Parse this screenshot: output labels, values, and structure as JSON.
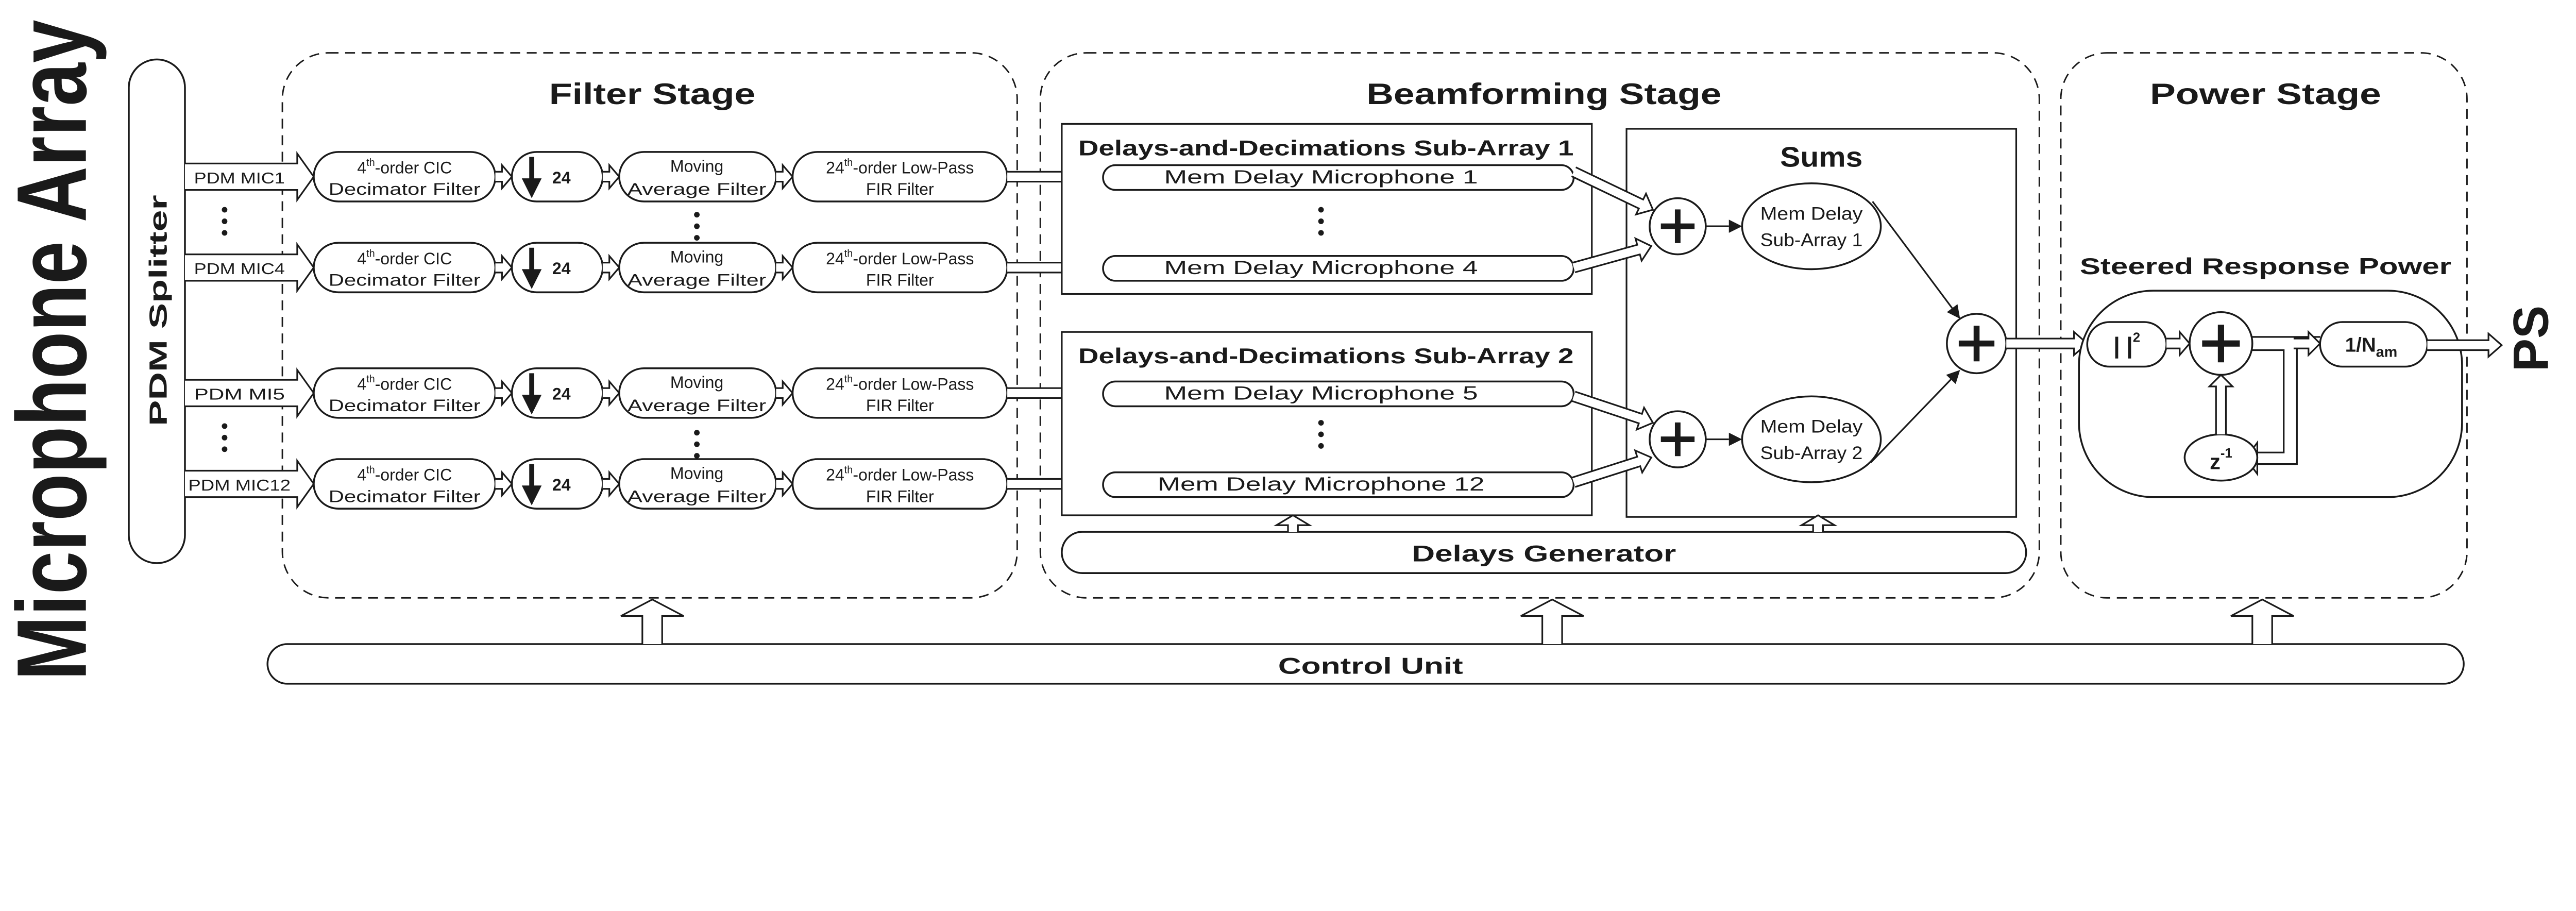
{
  "title": "Microphone Array",
  "splitter": "PDM Splitter",
  "filter_stage": {
    "title": "Filter Stage",
    "channels": [
      {
        "mic": "PDM MIC1"
      },
      {
        "mic": "PDM MIC4"
      },
      {
        "mic": "PDM MI5"
      },
      {
        "mic": "PDM MIC12"
      }
    ],
    "cic": {
      "order": "4",
      "sup": "th",
      "rest": "-order CIC",
      "line2": "Decimator Filter"
    },
    "decimation_factor": "24",
    "moving_average": {
      "line1": "Moving",
      "line2": "Average Filter"
    },
    "fir": {
      "order": "24",
      "sup": "th",
      "rest": "-order Low-Pass",
      "line2": "FIR Filter"
    }
  },
  "beamforming_stage": {
    "title": "Beamforming Stage",
    "sub_arrays": [
      {
        "title": "Delays-and-Decimations Sub-Array 1",
        "mem_delays": [
          "Mem Delay  Microphone 1",
          "Mem Delay  Microphone 4"
        ]
      },
      {
        "title": "Delays-and-Decimations Sub-Array 2",
        "mem_delays": [
          "Mem Delay  Microphone 5",
          "Mem Delay  Microphone 12"
        ]
      }
    ],
    "sums": {
      "title": "Sums",
      "sub_array_delays": [
        {
          "line1": "Mem Delay",
          "line2": "Sub-Array 1"
        },
        {
          "line1": "Mem Delay",
          "line2": "Sub-Array 2"
        }
      ]
    },
    "delays_generator": "Delays Generator"
  },
  "power_stage": {
    "title": "Power Stage",
    "srp": {
      "title": "Steered Response Power",
      "abs_sq": "| |",
      "abs_sq_sup": "2",
      "norm": "1/N",
      "norm_sub": "am",
      "delay": "z",
      "delay_sup": "-1"
    }
  },
  "output": "PS",
  "control_unit": "Control Unit",
  "colors": {
    "stroke": "#1a1a1a",
    "background": "#ffffff"
  }
}
